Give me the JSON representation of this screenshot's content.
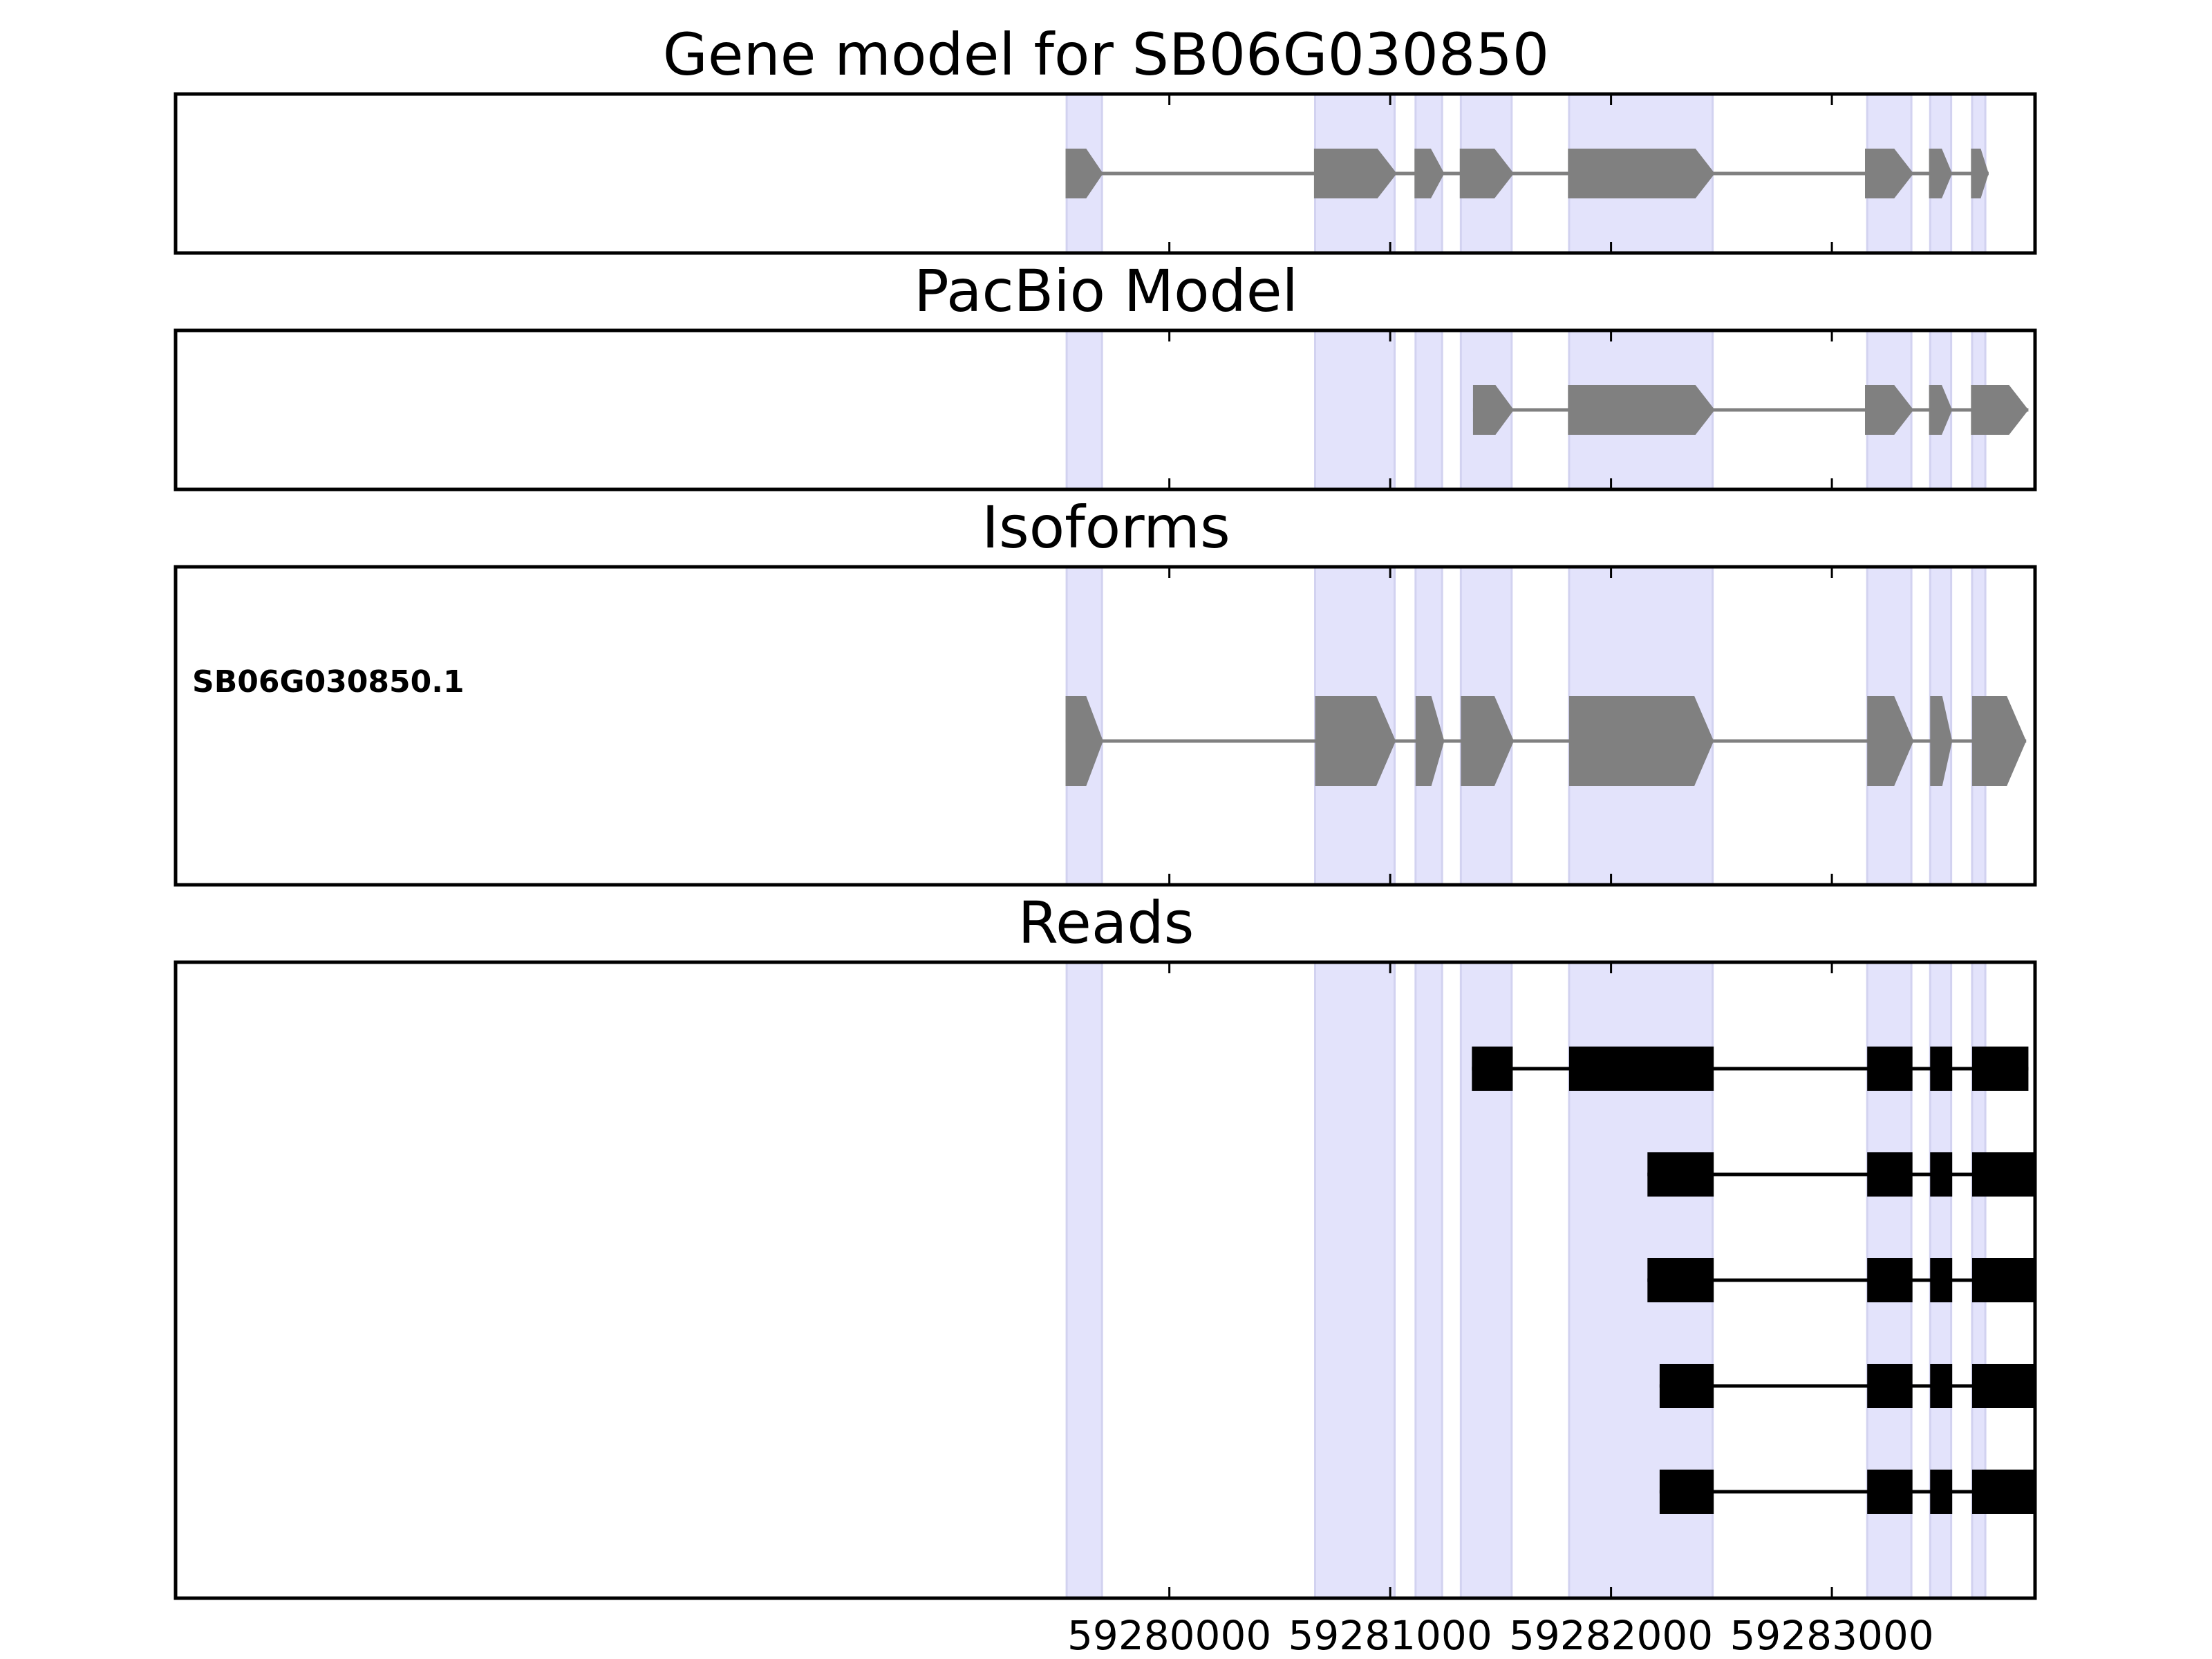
{
  "chart_data": {
    "type": "gene-track",
    "xlim": [
      59275500,
      59283920
    ],
    "xticks": [
      59280000,
      59281000,
      59282000,
      59283000
    ],
    "xtick_labels": [
      "59280000",
      "59281000",
      "59282000",
      "59283000"
    ],
    "highlight_regions": [
      [
        59279535,
        59279695
      ],
      [
        59280660,
        59281020
      ],
      [
        59281115,
        59281235
      ],
      [
        59281320,
        59281550
      ],
      [
        59281810,
        59282460
      ],
      [
        59283160,
        59283360
      ],
      [
        59283445,
        59283540
      ],
      [
        59283635,
        59283695
      ]
    ],
    "highlight_color": "#e3e3fb",
    "feature_color": "#808080",
    "read_color": "#000000",
    "panels": [
      {
        "title": "Gene model for SB06G030850",
        "kind": "gene",
        "exons": [
          [
            59279530,
            59279700
          ],
          [
            59280655,
            59281030
          ],
          [
            59281110,
            59281245
          ],
          [
            59281315,
            59281560
          ],
          [
            59281805,
            59282470
          ],
          [
            59283150,
            59283370
          ],
          [
            59283440,
            59283545
          ],
          [
            59283630,
            59283710
          ]
        ]
      },
      {
        "title": "PacBio Model",
        "kind": "gene",
        "exons": [
          [
            59281375,
            59281560
          ],
          [
            59281805,
            59282470
          ],
          [
            59283150,
            59283370
          ],
          [
            59283440,
            59283545
          ],
          [
            59283630,
            59283890
          ]
        ]
      },
      {
        "title": "Isoforms",
        "kind": "isoform",
        "isoforms": [
          {
            "label": "SB06G030850.1",
            "exons": [
              [
                59279530,
                59279700
              ],
              [
                59280660,
                59281025
              ],
              [
                59281115,
                59281245
              ],
              [
                59281320,
                59281560
              ],
              [
                59281810,
                59282465
              ],
              [
                59283160,
                59283370
              ],
              [
                59283445,
                59283545
              ],
              [
                59283635,
                59283880
              ]
            ]
          }
        ]
      },
      {
        "title": "Reads",
        "kind": "reads",
        "reads": [
          [
            [
              59281370,
              59281555
            ],
            [
              59281810,
              59282465
            ],
            [
              59283160,
              59283365
            ],
            [
              59283445,
              59283545
            ],
            [
              59283635,
              59283890
            ]
          ],
          [
            [
              59282165,
              59282465
            ],
            [
              59283160,
              59283365
            ],
            [
              59283445,
              59283545
            ],
            [
              59283635,
              59283920
            ]
          ],
          [
            [
              59282165,
              59282465
            ],
            [
              59283160,
              59283365
            ],
            [
              59283445,
              59283545
            ],
            [
              59283635,
              59283920
            ]
          ],
          [
            [
              59282220,
              59282465
            ],
            [
              59283160,
              59283365
            ],
            [
              59283445,
              59283545
            ],
            [
              59283635,
              59283920
            ]
          ],
          [
            [
              59282220,
              59282465
            ],
            [
              59283160,
              59283365
            ],
            [
              59283445,
              59283545
            ],
            [
              59283635,
              59283920
            ]
          ]
        ]
      }
    ]
  }
}
